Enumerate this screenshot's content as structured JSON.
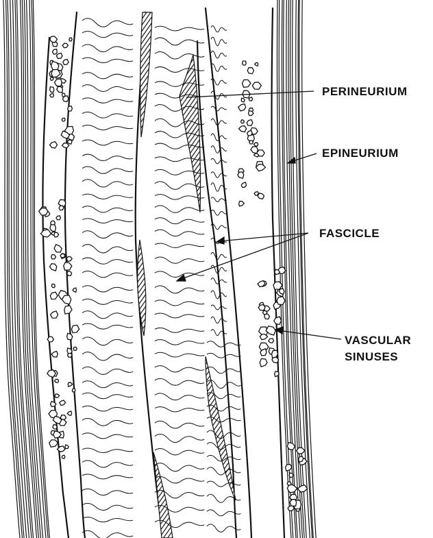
{
  "diagram": {
    "labels": {
      "perineurium": "PERINEURIUM",
      "epineurium": "EPINEURIUM",
      "fascicle": "FASCICLE",
      "vascular_line1": "VASCULAR",
      "vascular_line2": "SINUSES"
    },
    "colors": {
      "ink": "#111111",
      "paper": "#ffffff"
    }
  }
}
